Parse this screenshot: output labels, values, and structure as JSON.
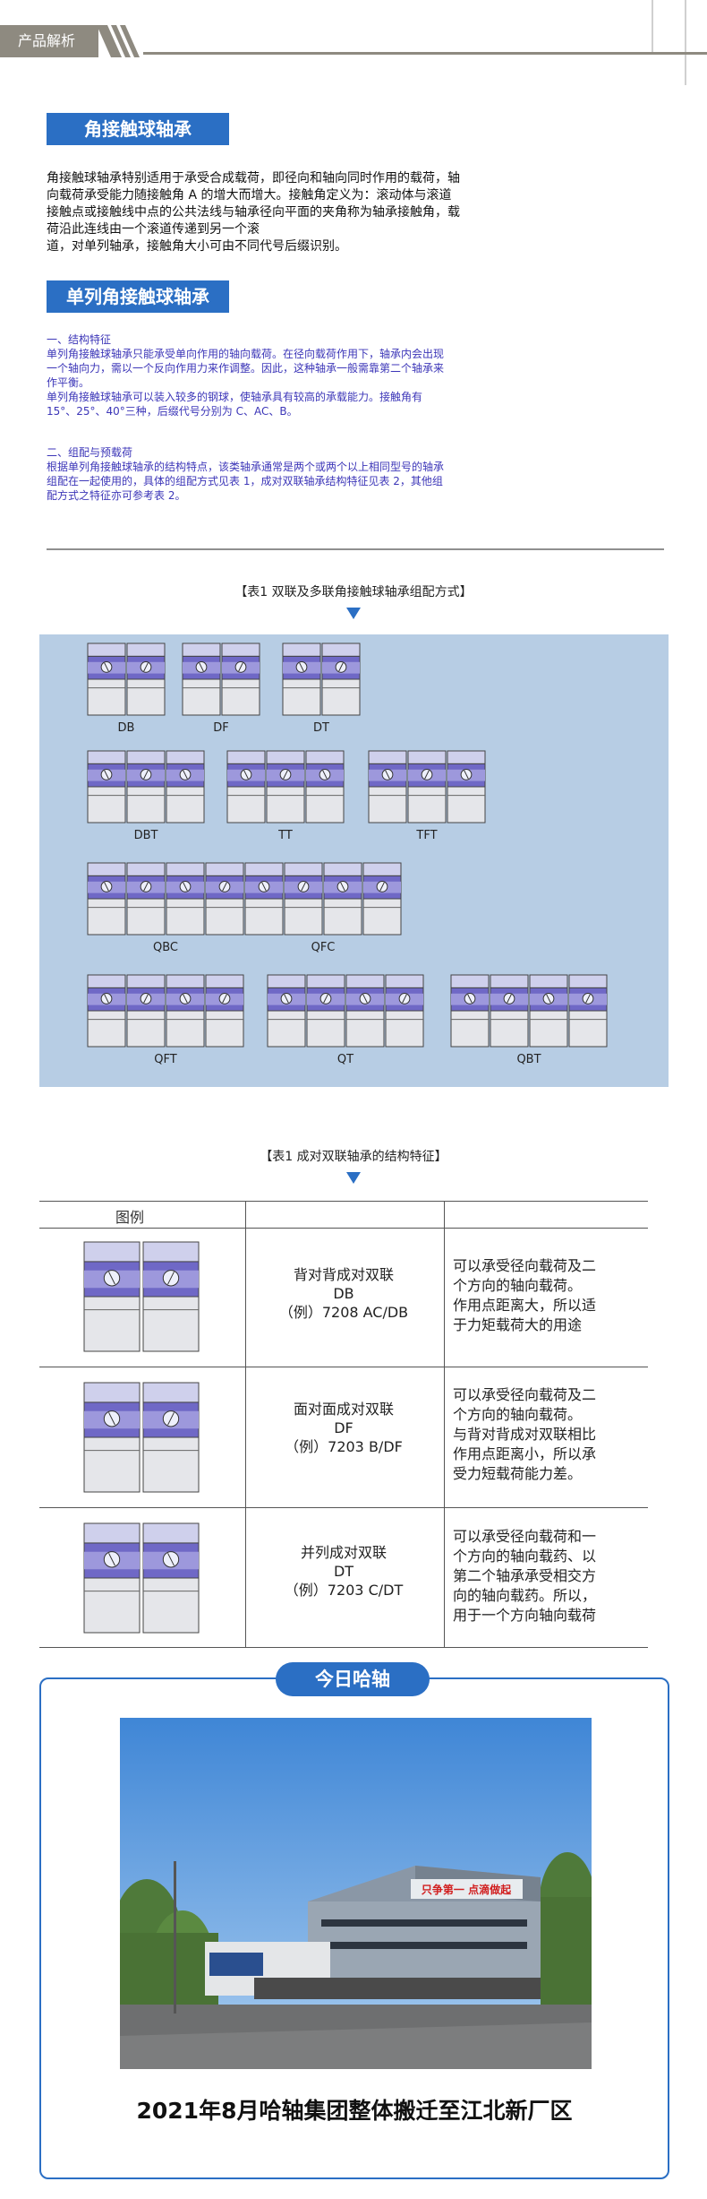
{
  "banner": {
    "tab_label": "产品解析"
  },
  "section1": {
    "title": "角接触球轴承"
  },
  "intro": {
    "lines": [
      "角接触球轴承特别适用于承受合成载荷，即径向和轴向同时作用的载荷，轴",
      "向载荷承受能力随接触角  A  的增大而增大。接触角定义为：滚动体与滚道",
      "接触点或接触线中点的公共法线与轴承径向平面的夹角称为轴承接触角，载",
      "荷沿此连线由一个滚道传递到另一个滚",
      "道，对单列轴承，接触角大小可由不同代号后缀识别。"
    ]
  },
  "section2": {
    "title": "单列角接触球轴承"
  },
  "structure": {
    "heading": "一、结构特征",
    "lines": [
      "单列角接触球轴承只能承受单向作用的轴向载荷。在径向载荷作用下，轴承内会出现",
      "一个轴向力，需以一个反向作用力来作调整。因此，这种轴承一般需靠第二个轴承来",
      "作平衡。",
      "单列角接触球轴承可以装入较多的钢球，使轴承具有较高的承载能力。接触角有",
      "15°、25°、40°三种，后缀代号分别为 C、AC、B。"
    ]
  },
  "arrangement": {
    "heading": "二、组配与预载荷",
    "lines": [
      "根据单列角接触球轴承的结构特点，该类轴承通常是两个或两个以上相同型号的轴承",
      "组配在一起使用的，具体的组配方式见表 1，成对双联轴承结构特征见表 2，其他组",
      "配方式之特征亦可参考表 2。"
    ]
  },
  "table1": {
    "caption": "【表1   双联及多联角接触球轴承组配方式】",
    "arrangements": [
      {
        "label": "DB",
        "count": 2
      },
      {
        "label": "DF",
        "count": 2
      },
      {
        "label": "DT",
        "count": 2
      },
      {
        "label": "DBT",
        "count": 3
      },
      {
        "label": "TT",
        "count": 3
      },
      {
        "label": "TFT",
        "count": 3
      },
      {
        "label": "QBC",
        "count": 4
      },
      {
        "label": "QFC",
        "count": 4
      },
      {
        "label": "QFT",
        "count": 4
      },
      {
        "label": "QT",
        "count": 4
      },
      {
        "label": "QBT",
        "count": 4
      }
    ]
  },
  "table2": {
    "caption": "【表1   成对双联轴承的结构特征】",
    "header": "图例",
    "rows": [
      {
        "name_lines": [
          "背对背成对双联",
          "DB",
          "（例）7208 AC/DB"
        ],
        "desc_lines": [
          "可以承受径向载荷及二",
          "个方向的轴向载荷。",
          "作用点距离大，所以适",
          "于力矩载荷大的用途"
        ]
      },
      {
        "name_lines": [
          "面对面成对双联",
          "DF",
          "（例）7203 B/DF"
        ],
        "desc_lines": [
          "可以承受径向载荷及二",
          "个方向的轴向载荷。",
          "与背对背成对双联相比",
          "作用点距离小，所以承",
          "受力短载荷能力差。"
        ]
      },
      {
        "name_lines": [
          "并列成对双联",
          "DT",
          "（例）7203 C/DT"
        ],
        "desc_lines": [
          "可以承受径向载荷和一",
          "个方向的轴向载药、以",
          "第二个轴承承受相交方",
          "向的轴向载药。所以，",
          "用于一个方向轴向载荷"
        ]
      }
    ]
  },
  "today": {
    "pill": "今日哈轴",
    "photo_sign": "只争第一 点滴做起",
    "caption": "2021年8月哈轴集团整体搬迁至江北新厂区"
  },
  "colors": {
    "accent": "#2b6fc4",
    "banner_grey": "#8e8a80",
    "panel_bg": "#b7cde4",
    "body_blue_text": "#3c36b8"
  }
}
